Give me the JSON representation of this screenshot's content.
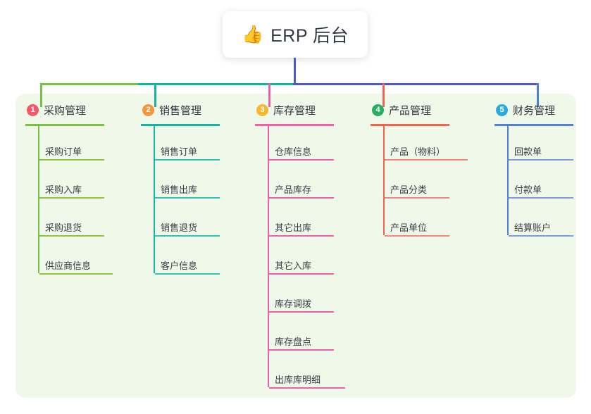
{
  "root": {
    "emoji": "👍",
    "emoji_name": "thumbs-up-icon",
    "title": "ERP 后台"
  },
  "colors": {
    "panel_bg": "#eff8e9",
    "root_stem": "#4e58c8",
    "bus_left": "#7ac143",
    "bus_mid": "#11b5a0",
    "bus_right": "#4e58c8",
    "col1": "#7ac143",
    "col2": "#11b5a0",
    "col3": "#ee5fa7",
    "col4": "#f4614f",
    "col5": "#4e7fd1",
    "badge1": "#f2596b",
    "badge2": "#f5953c",
    "badge3": "#f7b731",
    "badge4": "#27ae60",
    "badge5": "#29abe2"
  },
  "columns": [
    {
      "index": "1",
      "label": "采购管理",
      "items": [
        {
          "label": "采购订单"
        },
        {
          "label": "采购入库"
        },
        {
          "label": "采购退货"
        },
        {
          "label": "供应商信息"
        }
      ]
    },
    {
      "index": "2",
      "label": "销售管理",
      "items": [
        {
          "label": "销售订单"
        },
        {
          "label": "销售出库"
        },
        {
          "label": "销售退货"
        },
        {
          "label": "客户信息"
        }
      ]
    },
    {
      "index": "3",
      "label": "库存管理",
      "items": [
        {
          "label": "仓库信息"
        },
        {
          "label": "产品库存"
        },
        {
          "label": "其它出库"
        },
        {
          "label": "其它入库"
        },
        {
          "label": "库存调拨"
        },
        {
          "label": "库存盘点"
        },
        {
          "label": "出库库明细"
        }
      ]
    },
    {
      "index": "4",
      "label": "产品管理",
      "items": [
        {
          "label": "产品（物料）"
        },
        {
          "label": "产品分类"
        },
        {
          "label": "产品单位"
        }
      ]
    },
    {
      "index": "5",
      "label": "财务管理",
      "items": [
        {
          "label": "回款单"
        },
        {
          "label": "付款单"
        },
        {
          "label": "结算账户"
        }
      ]
    }
  ]
}
